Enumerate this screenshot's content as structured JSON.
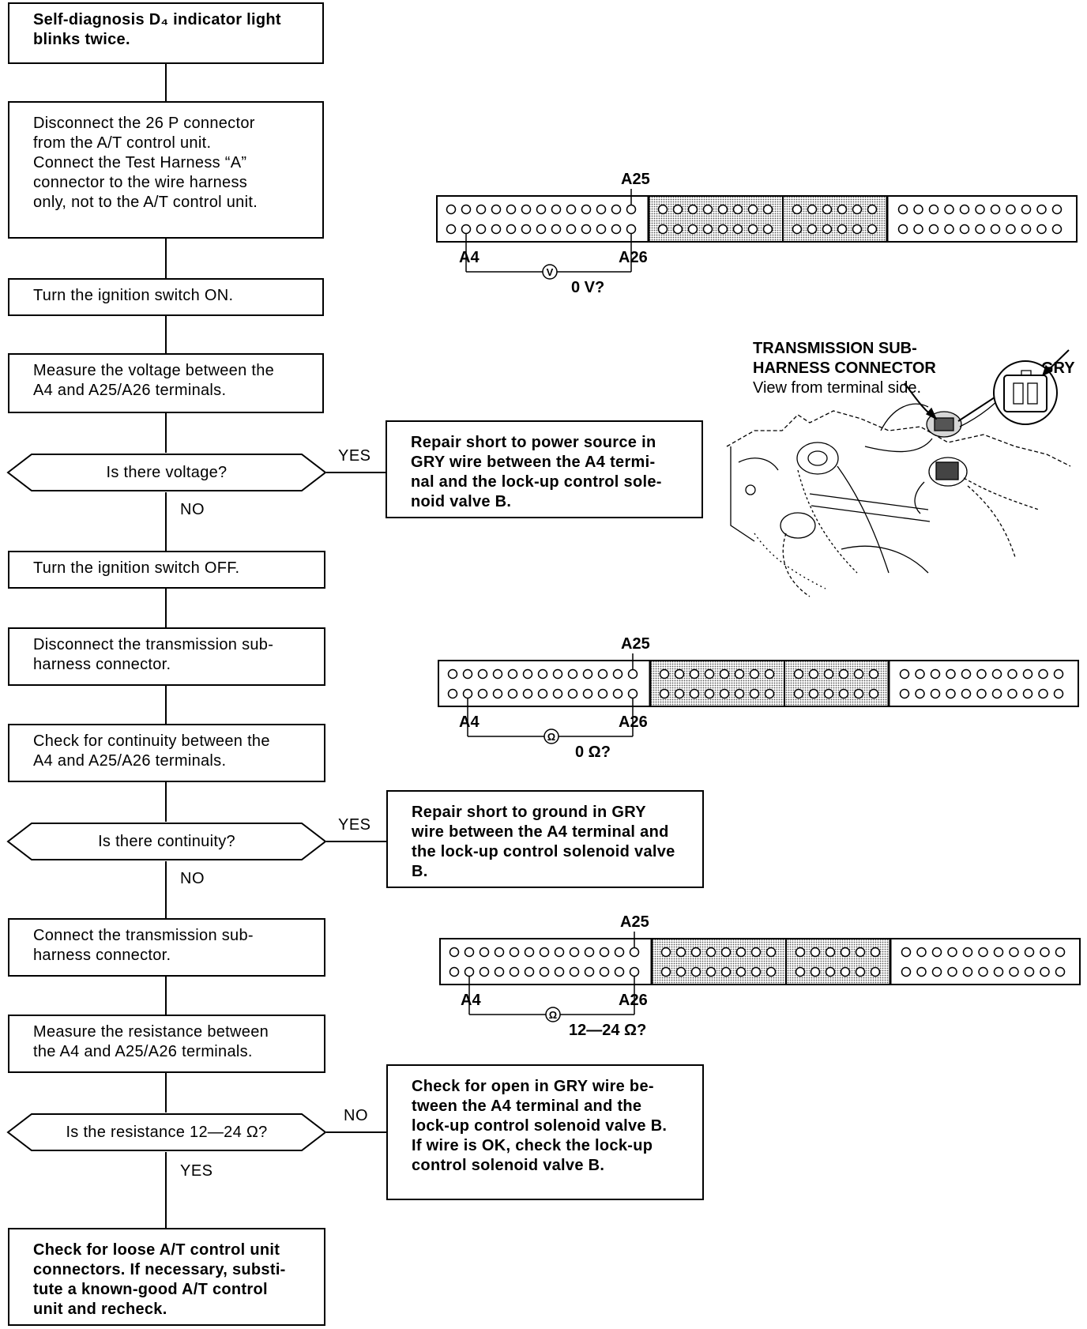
{
  "flow": {
    "start": [
      "Self-diagnosis D₄ indicator light",
      "blinks twice."
    ],
    "step1": [
      "Disconnect the 26 P connector",
      "from the A/T control unit.",
      "Connect the Test Harness “A”",
      "connector to the wire harness",
      "only, not to the A/T control unit."
    ],
    "step2": [
      "Turn the ignition switch ON."
    ],
    "step3": [
      "Measure the voltage between the",
      "A4 and A25/A26 terminals."
    ],
    "decision1": "Is there voltage?",
    "decision1_yes": "YES",
    "decision1_no": "NO",
    "result1": [
      "Repair short to power source in",
      "GRY wire between the A4 termi-",
      "nal and the lock-up control sole-",
      "noid valve B."
    ],
    "step4": [
      "Turn the ignition switch OFF."
    ],
    "step5": [
      "Disconnect the transmission sub-",
      "harness connector."
    ],
    "step6": [
      "Check for continuity between the",
      "A4 and A25/A26 terminals."
    ],
    "decision2": "Is there continuity?",
    "decision2_yes": "YES",
    "decision2_no": "NO",
    "result2": [
      "Repair short to ground in GRY",
      "wire between the A4 terminal and",
      "the lock-up control solenoid valve",
      "B."
    ],
    "step7": [
      "Connect the transmission sub-",
      "harness connector."
    ],
    "step8": [
      "Measure the resistance between",
      "the A4 and A25/A26 terminals."
    ],
    "decision3": "Is the resistance 12—24 Ω?",
    "decision3_no": "NO",
    "decision3_yes": "YES",
    "result3": [
      "Check for open in GRY wire be-",
      "tween the A4 terminal and the",
      "lock-up control solenoid valve B.",
      "If wire is OK, check the lock-up",
      "control solenoid valve B."
    ],
    "final": [
      "Check for loose A/T control unit",
      "connectors. If necessary, substi-",
      "tute a known-good A/T control",
      "unit and recheck."
    ]
  },
  "connectors": [
    {
      "top_label": "A25",
      "left_label": "A4",
      "right_label": "A26",
      "meter": "V",
      "reading": "0 V?"
    },
    {
      "top_label": "A25",
      "left_label": "A4",
      "right_label": "A26",
      "meter": "Ω",
      "reading": "0 Ω?"
    },
    {
      "top_label": "A25",
      "left_label": "A4",
      "right_label": "A26",
      "meter": "Ω",
      "reading": "12—24 Ω?"
    }
  ],
  "illustration": {
    "title": [
      "TRANSMISSION SUB-",
      "HARNESS CONNECTOR"
    ],
    "subtitle": "View from terminal side.",
    "wire_color": "GRY"
  }
}
